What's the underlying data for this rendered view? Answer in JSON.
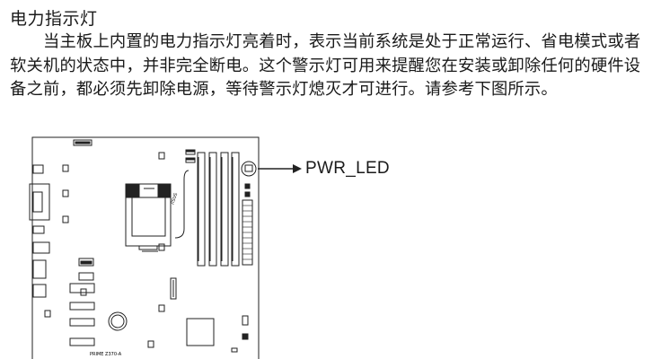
{
  "section": {
    "title": "电力指示灯",
    "paragraph": "当主板上内置的电力指示灯亮着时，表示当前系统是处于正常运行、省电模式或者软关机的状态中，并非完全断电。这个警示灯可用来提醒您在安装或卸除任何的硬件设备之前，都必须先卸除电源，等待警示灯熄灭才可进行。请参考下图所示。"
  },
  "figure": {
    "callout": "PWR_LED",
    "brand": "/ISUS",
    "model": "PRIME Z370-A"
  }
}
